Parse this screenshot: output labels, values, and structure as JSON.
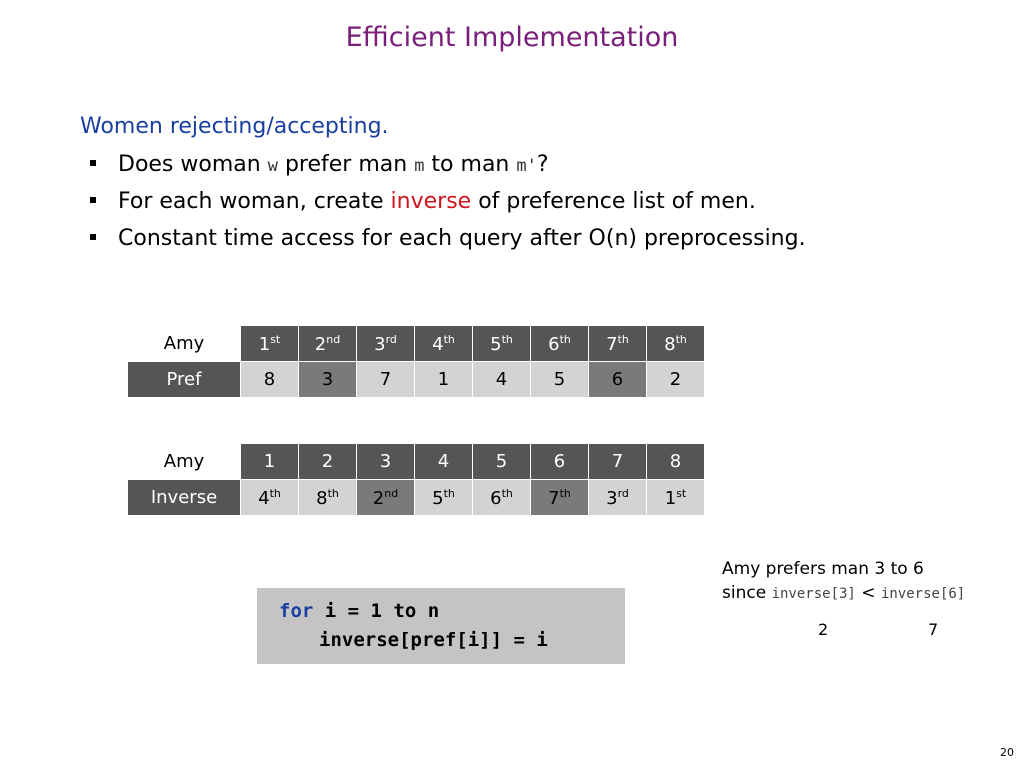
{
  "title": "Efficient Implementation",
  "heading": "Women rejecting/accepting.",
  "bullet1": {
    "a": "Does woman ",
    "w": "w",
    "b": " prefer man ",
    "m": "m",
    "c": " to man ",
    "m2": "m'",
    "d": "?"
  },
  "bullet2": {
    "a": "For each woman, create ",
    "inv": "inverse",
    "b": " of preference list of men."
  },
  "bullet3": "Constant time access for each query after O(n) preprocessing.",
  "pref_table": {
    "name": "Amy",
    "row_label": "Pref",
    "headers": [
      [
        "1",
        "st"
      ],
      [
        "2",
        "nd"
      ],
      [
        "3",
        "rd"
      ],
      [
        "4",
        "th"
      ],
      [
        "5",
        "th"
      ],
      [
        "6",
        "th"
      ],
      [
        "7",
        "th"
      ],
      [
        "8",
        "th"
      ]
    ],
    "values": [
      "8",
      "3",
      "7",
      "1",
      "4",
      "5",
      "6",
      "2"
    ]
  },
  "inverse_table": {
    "name": "Amy",
    "row_label": "Inverse",
    "headers": [
      "1",
      "2",
      "3",
      "4",
      "5",
      "6",
      "7",
      "8"
    ],
    "values": [
      [
        "4",
        "th"
      ],
      [
        "8",
        "th"
      ],
      [
        "2",
        "nd"
      ],
      [
        "5",
        "th"
      ],
      [
        "6",
        "th"
      ],
      [
        "7",
        "th"
      ],
      [
        "3",
        "rd"
      ],
      [
        "1",
        "st"
      ]
    ]
  },
  "code": {
    "kw_for": "for",
    "line1_rest": " i = 1 to n",
    "line2": "inverse[pref[i]] = i"
  },
  "note": {
    "line1": "Amy prefers man 3 to 6",
    "since": "since ",
    "expr1": "inverse[3]",
    "lt": " < ",
    "expr2": "inverse[6]",
    "val1": "2",
    "val2": "7"
  },
  "page_number": "20"
}
